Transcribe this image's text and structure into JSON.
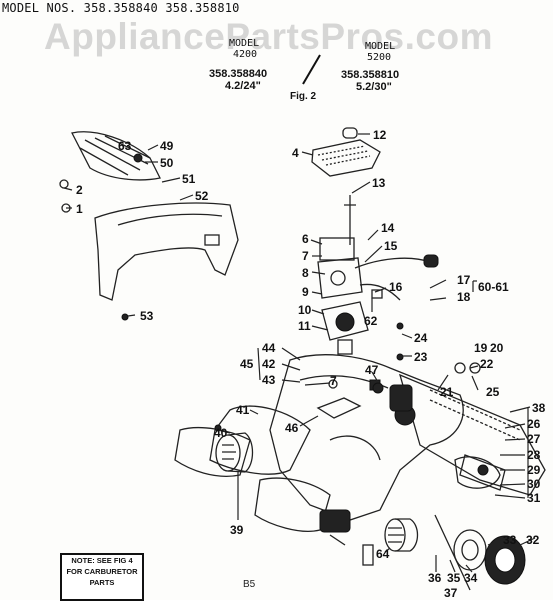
{
  "header": {
    "model_line": "MODEL NOS. 358.358840 358.358810"
  },
  "watermark": "AppliancePartsPros.com",
  "models": {
    "left_label": "MODEL",
    "left_number": "4200",
    "right_label": "MODEL",
    "right_number": "5200",
    "left_part": "358.358840",
    "left_size": "4.2/24\"",
    "right_part": "358.358810",
    "right_size": "5.2/30\"",
    "figure": "Fig. 2"
  },
  "note": {
    "line1": "NOTE: SEE FIG 4",
    "line2": "FOR CARBURETOR",
    "line3": "PARTS"
  },
  "page_mark": "B5",
  "callouts": [
    {
      "id": "c63",
      "text": "63"
    },
    {
      "id": "c49",
      "text": "49"
    },
    {
      "id": "c50",
      "text": "50"
    },
    {
      "id": "c51",
      "text": "51"
    },
    {
      "id": "c52",
      "text": "52"
    },
    {
      "id": "c2",
      "text": "2"
    },
    {
      "id": "c1",
      "text": "1"
    },
    {
      "id": "c53",
      "text": "53"
    },
    {
      "id": "c12",
      "text": "12"
    },
    {
      "id": "c4",
      "text": "4"
    },
    {
      "id": "c13",
      "text": "13"
    },
    {
      "id": "c14",
      "text": "14"
    },
    {
      "id": "c6",
      "text": "6"
    },
    {
      "id": "c15",
      "text": "15"
    },
    {
      "id": "c7",
      "text": "7"
    },
    {
      "id": "c17",
      "text": "17"
    },
    {
      "id": "c60",
      "text": "60-61"
    },
    {
      "id": "c8",
      "text": "8"
    },
    {
      "id": "c16",
      "text": "16"
    },
    {
      "id": "c18",
      "text": "18"
    },
    {
      "id": "c9",
      "text": "9"
    },
    {
      "id": "c62",
      "text": "62"
    },
    {
      "id": "c10",
      "text": "10"
    },
    {
      "id": "c11",
      "text": "11"
    },
    {
      "id": "c24",
      "text": "24"
    },
    {
      "id": "c23",
      "text": "23"
    },
    {
      "id": "c44",
      "text": "44"
    },
    {
      "id": "c45",
      "text": "45"
    },
    {
      "id": "c42",
      "text": "42"
    },
    {
      "id": "c43",
      "text": "43"
    },
    {
      "id": "c7b",
      "text": "7"
    },
    {
      "id": "c47",
      "text": "47"
    },
    {
      "id": "c19",
      "text": "19"
    },
    {
      "id": "c20",
      "text": "20"
    },
    {
      "id": "c22",
      "text": "22"
    },
    {
      "id": "c21",
      "text": "21"
    },
    {
      "id": "c25",
      "text": "25"
    },
    {
      "id": "c38",
      "text": "38"
    },
    {
      "id": "c26",
      "text": "26"
    },
    {
      "id": "c27",
      "text": "27"
    },
    {
      "id": "c28",
      "text": "28"
    },
    {
      "id": "c29",
      "text": "29"
    },
    {
      "id": "c30",
      "text": "30"
    },
    {
      "id": "c31",
      "text": "31"
    },
    {
      "id": "c41",
      "text": "41"
    },
    {
      "id": "c46",
      "text": "46"
    },
    {
      "id": "c40",
      "text": "40"
    },
    {
      "id": "c39",
      "text": "39"
    },
    {
      "id": "c64",
      "text": "64"
    },
    {
      "id": "c33",
      "text": "33"
    },
    {
      "id": "c32",
      "text": "32"
    },
    {
      "id": "c36",
      "text": "36"
    },
    {
      "id": "c35",
      "text": "35"
    },
    {
      "id": "c34",
      "text": "34"
    },
    {
      "id": "c37",
      "text": "37"
    }
  ]
}
